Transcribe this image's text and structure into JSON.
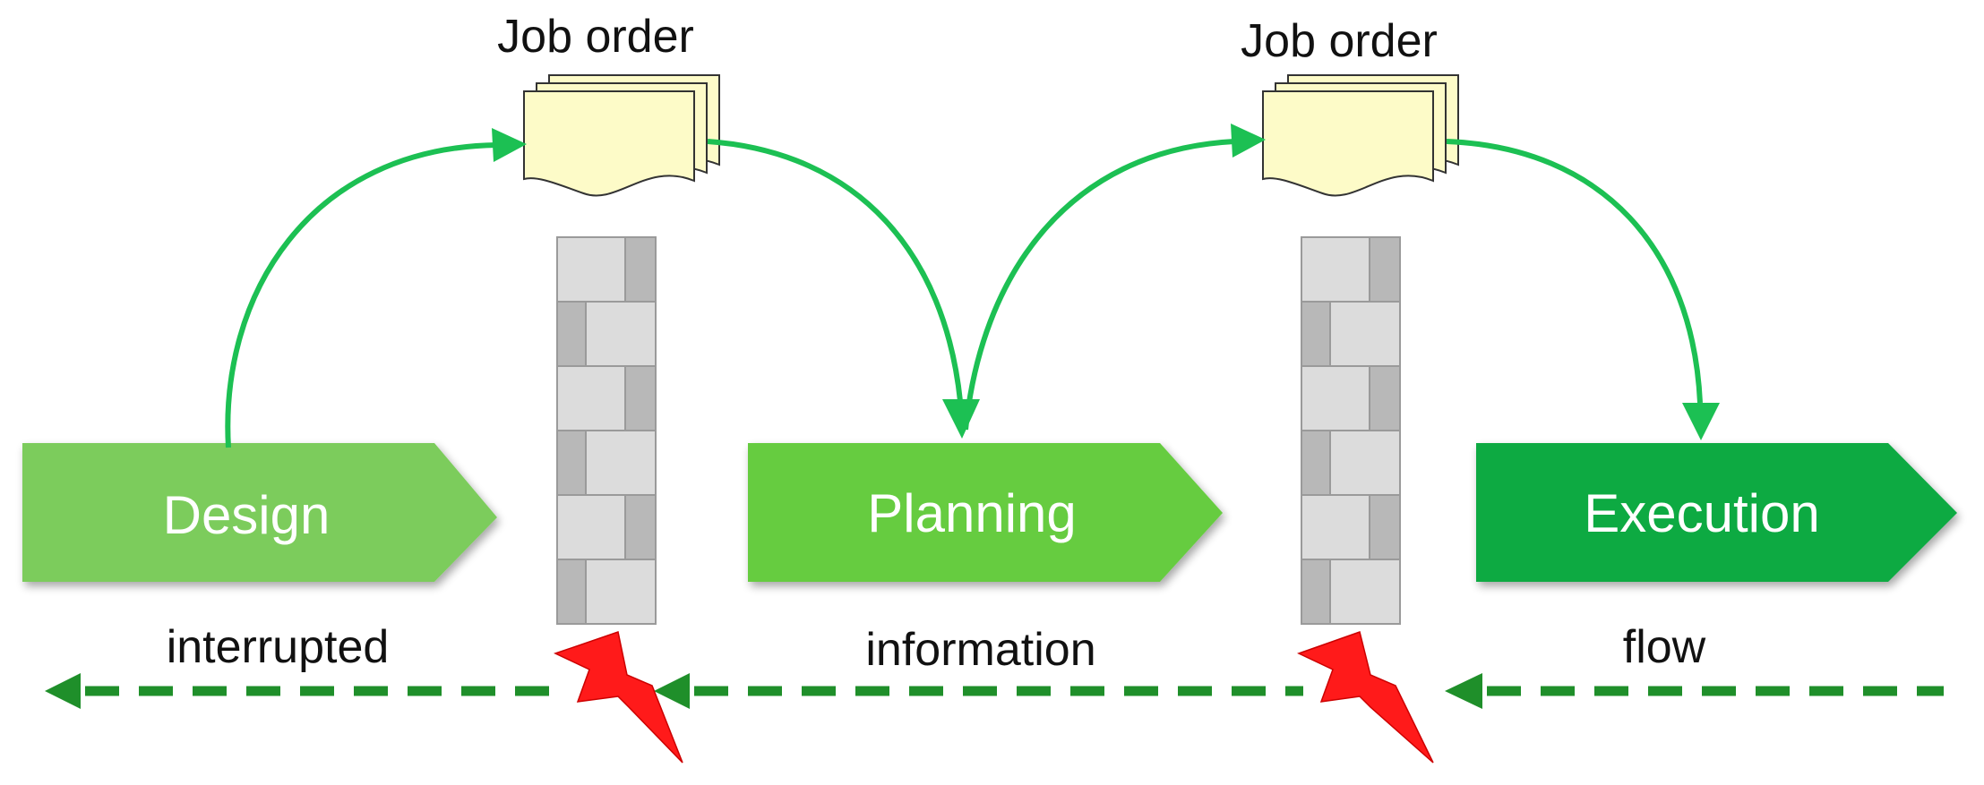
{
  "job_orders": [
    {
      "label": "Job order"
    },
    {
      "label": "Job order"
    }
  ],
  "stages": [
    {
      "label": "Design",
      "color": "#7ccc5c"
    },
    {
      "label": "Planning",
      "color": "#66cc3f"
    },
    {
      "label": "Execution",
      "color": "#0aaa43"
    }
  ],
  "flow_words": [
    {
      "text": "interrupted"
    },
    {
      "text": "information"
    },
    {
      "text": "flow"
    }
  ],
  "colors": {
    "arrow": "#1cc053",
    "dashed": "#1f8f2a",
    "paper": "#fdfbc8",
    "paper_stroke": "#333333",
    "brick": "#dcdcdc",
    "brick_dark": "#b8b8b8",
    "brick_stroke": "#9a9a9a",
    "lightning": "#ff1a1a"
  }
}
